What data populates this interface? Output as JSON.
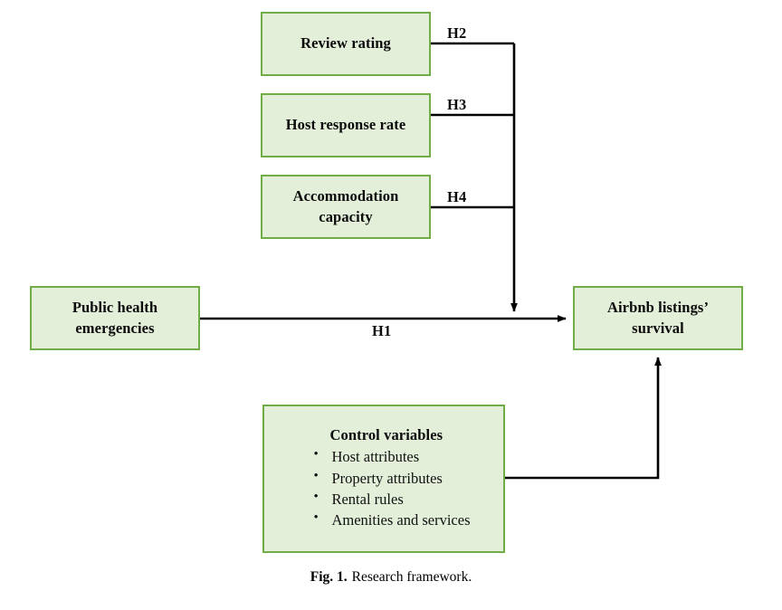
{
  "figure": {
    "caption_prefix": "Fig. 1.",
    "caption_text": "Research framework.",
    "colors": {
      "box_fill": "#e3efd9",
      "box_border": "#70ad47",
      "connector": "#000000",
      "text": "#0b0b0b",
      "background": "#ffffff"
    }
  },
  "nodes": {
    "review_rating": {
      "label": "Review rating"
    },
    "host_response_rate": {
      "label": "Host response rate"
    },
    "accommodation_capacity": {
      "label": "Accommodation\ncapacity"
    },
    "public_health": {
      "label": "Public health\nemergencies"
    },
    "airbnb_survival": {
      "label": "Airbnb listings’\nsurvival"
    },
    "control_variables": {
      "title": "Control variables",
      "items": [
        "Host attributes",
        "Property attributes",
        "Rental rules",
        "Amenities and services"
      ]
    }
  },
  "edges": {
    "h1": {
      "label": "H1",
      "from": "public_health",
      "to": "airbnb_survival"
    },
    "h2": {
      "label": "H2",
      "from": "review_rating",
      "to": "airbnb_survival"
    },
    "h3": {
      "label": "H3",
      "from": "host_response_rate",
      "to": "airbnb_survival"
    },
    "h4": {
      "label": "H4",
      "from": "accommodation_capacity",
      "to": "airbnb_survival"
    },
    "control_link": {
      "label": "",
      "from": "control_variables",
      "to": "airbnb_survival"
    }
  }
}
